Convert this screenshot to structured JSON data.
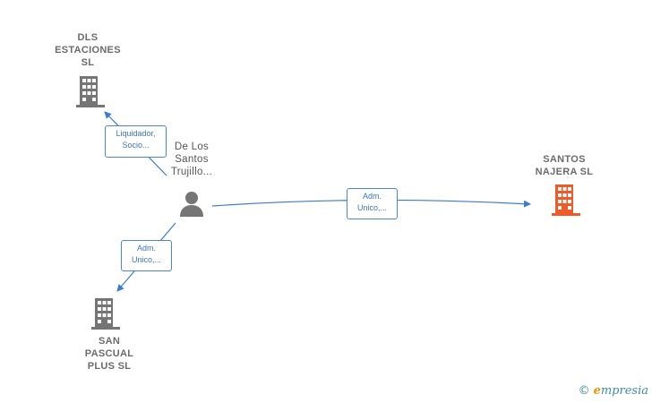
{
  "nodes": {
    "dls": {
      "label": "DLS\nESTACIONES\nSL",
      "color": "#757575",
      "icon": "building-icon"
    },
    "person": {
      "label": "De Los\nSantos\nTrujillo...",
      "color": "#757575",
      "icon": "person-icon"
    },
    "santos": {
      "label": "SANTOS\nNAJERA  SL",
      "color": "#f05a28",
      "icon": "building-icon"
    },
    "san_pascual": {
      "label": "SAN\nPASCUAL\nPLUS  SL",
      "color": "#757575",
      "icon": "building-icon"
    }
  },
  "edges": {
    "to_dls": {
      "label": "Liquidador,\nSocio..."
    },
    "to_santos": {
      "label": "Adm.\nUnico,..."
    },
    "to_san_pascual": {
      "label": "Adm.\nUnico,..."
    }
  },
  "edge_color": "#3a7bd5",
  "footer": {
    "copyright_symbol": "©",
    "brand_initial": "e",
    "brand_rest": "mpresia"
  }
}
